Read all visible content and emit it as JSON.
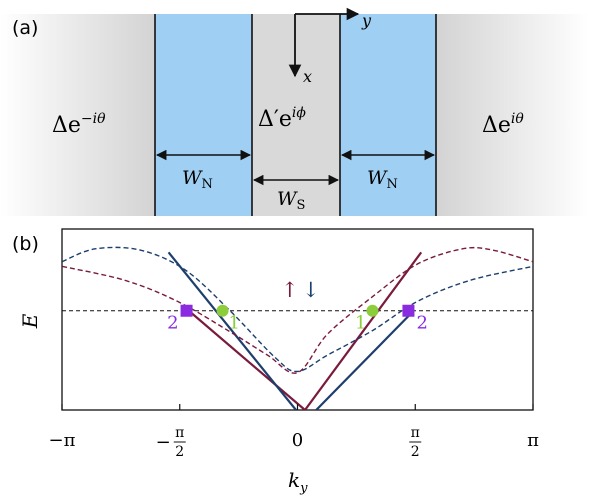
{
  "panel_a": {
    "label": "(a)",
    "left_region": {
      "base": "Δe",
      "exponent": "−iθ"
    },
    "middle_region": {
      "base": "Δ′e",
      "exponent": "iϕ"
    },
    "right_region": {
      "base": "Δe",
      "exponent": "iθ"
    },
    "width_normal": {
      "base": "W",
      "sub": "N"
    },
    "width_super": {
      "base": "W",
      "sub": "S"
    },
    "axis_x": "x",
    "axis_y": "y",
    "colors": {
      "normal_strip": "#9fcff3",
      "super_gray": "#d9d9d9",
      "edge_gray": "#ffffff"
    }
  },
  "panel_b": {
    "label": "(b)",
    "spin_up": "↑",
    "spin_down": "↓",
    "marker_labels": {
      "circle_left": "1",
      "circle_right": "1",
      "square_left": "2",
      "square_right": "2"
    },
    "colors": {
      "spin_up": "#7a1a3c",
      "spin_down": "#1d3f6e",
      "circle": "#8ccd3c",
      "square": "#8a2be2",
      "circle_label": "#8ccd3c",
      "square_label": "#8a2be2"
    }
  },
  "chart_data": {
    "type": "line",
    "xlabel": "k_y",
    "ylabel": "E",
    "xlim": [
      -3.1416,
      3.1416
    ],
    "xticks": [
      {
        "value": -3.1416,
        "label": "−π"
      },
      {
        "value": -1.5708,
        "label": "−π/2"
      },
      {
        "value": 0,
        "label": "0"
      },
      {
        "value": 1.5708,
        "label": "π/2"
      },
      {
        "value": 3.1416,
        "label": "π"
      }
    ],
    "fermi_level": 0.5,
    "series": [
      {
        "style": "solid",
        "spin": "up",
        "x": [
          -1.45,
          0.1
        ],
        "y": [
          0.5,
          -0.35
        ]
      },
      {
        "style": "solid",
        "spin": "up",
        "x": [
          0.1,
          1.65
        ],
        "y": [
          -0.35,
          1.0
        ]
      },
      {
        "style": "solid",
        "spin": "down",
        "x": [
          -1.72,
          -0.02
        ],
        "y": [
          1.0,
          -0.35
        ]
      },
      {
        "style": "solid",
        "spin": "down",
        "x": [
          0.25,
          1.55
        ],
        "y": [
          -0.35,
          0.5
        ]
      },
      {
        "style": "dashed",
        "spin": "up",
        "x": [
          -3.14,
          -2.3,
          -1.6,
          -0.9,
          -0.4,
          0,
          0.4,
          1.0,
          1.6,
          2.2,
          2.6,
          3.14
        ],
        "y": [
          0.88,
          0.76,
          0.58,
          0.32,
          0.12,
          -0.03,
          0.3,
          0.62,
          0.9,
          1.03,
          1.02,
          0.92
        ]
      },
      {
        "style": "dashed",
        "spin": "down",
        "x": [
          -3.14,
          -2.7,
          -2.1,
          -1.5,
          -0.9,
          -0.3,
          0,
          0.4,
          1.0,
          1.6,
          2.3,
          3.14
        ],
        "y": [
          0.92,
          1.03,
          1.02,
          0.85,
          0.5,
          0.1,
          -0.02,
          0.12,
          0.33,
          0.58,
          0.76,
          0.88
        ]
      }
    ],
    "markers": [
      {
        "shape": "circle",
        "x": -1.0,
        "y": 0.5,
        "label": "1"
      },
      {
        "shape": "circle",
        "x": 1.0,
        "y": 0.5,
        "label": "1"
      },
      {
        "shape": "square",
        "x": -1.48,
        "y": 0.5,
        "label": "2"
      },
      {
        "shape": "square",
        "x": 1.48,
        "y": 0.5,
        "label": "2"
      }
    ]
  }
}
